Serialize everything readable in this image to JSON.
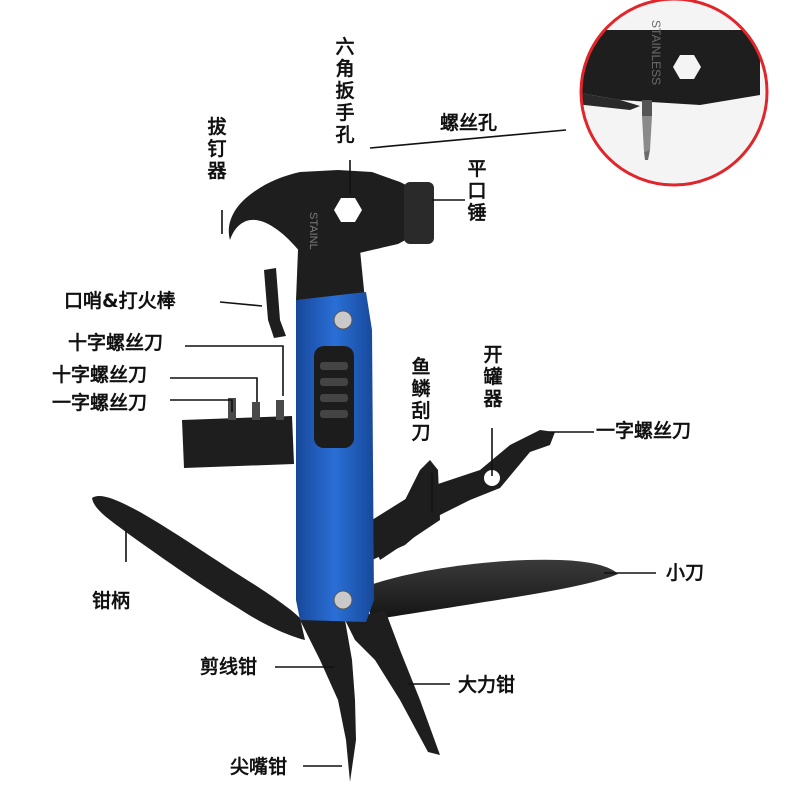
{
  "labels": {
    "hex_wrench": "六角扳手孔",
    "nail_puller": "拔钉器",
    "screw_hole": "螺丝孔",
    "flat_hammer": "平口锤",
    "whistle_firestarter": "口哨&打火棒",
    "phillips_1": "十字螺丝刀",
    "phillips_2": "十字螺丝刀",
    "flat_screwdriver_left": "一字螺丝刀",
    "fish_scaler": "鱼鳞刮刀",
    "can_opener": "开罐器",
    "flat_screwdriver_right": "一字螺丝刀",
    "knife": "小刀",
    "plier_handle": "钳柄",
    "wire_cutter": "剪线钳",
    "heavy_pliers": "大力钳",
    "needle_nose_pliers": "尖嘴钳"
  },
  "engraving": {
    "head_text": "STAINLESS",
    "inset_text": "STAINLESS"
  },
  "colors": {
    "tool_black": "#1e1e1e",
    "handle_blue": "#1f5fc4",
    "inset_ring": "#e0262b",
    "leader": "#111111"
  }
}
